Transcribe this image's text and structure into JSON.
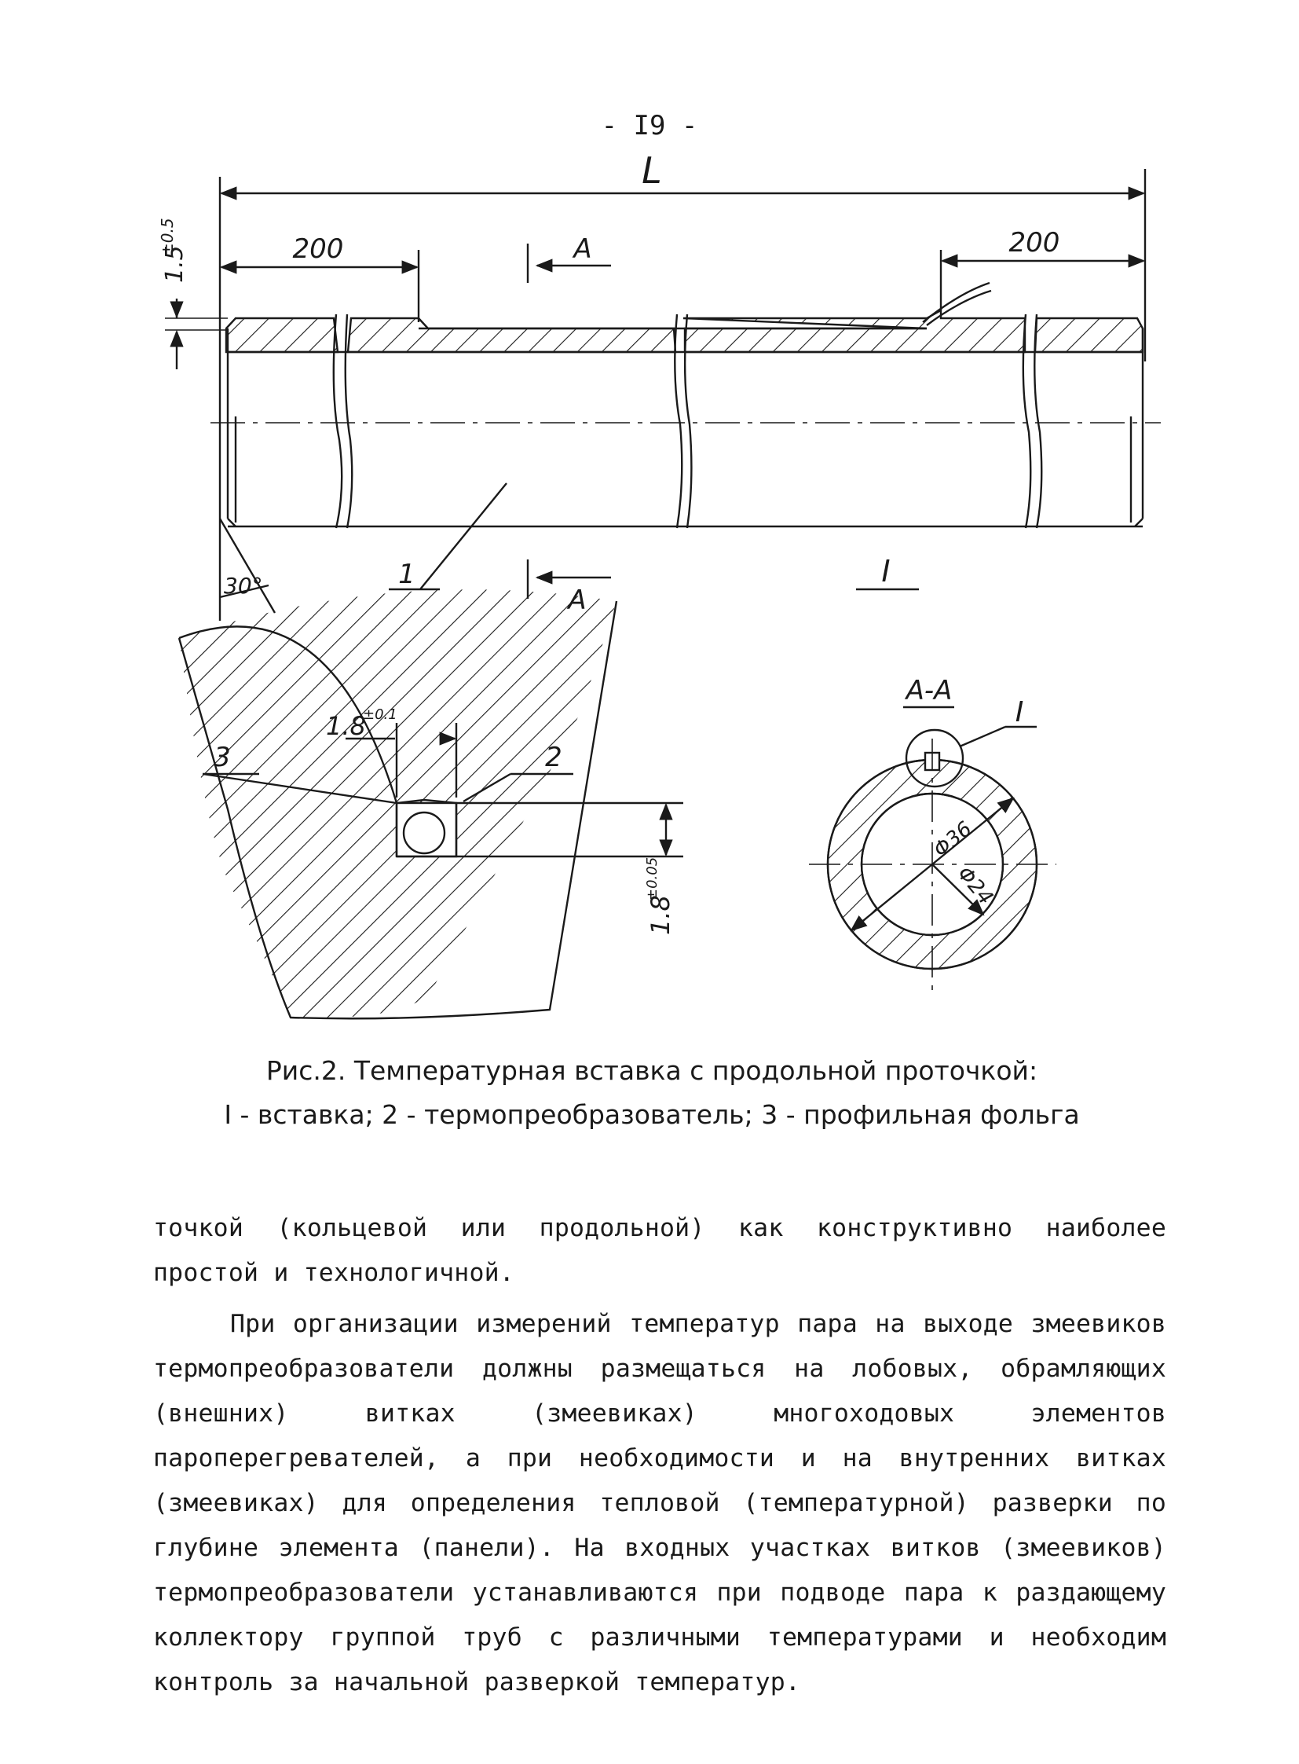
{
  "page": {
    "number": "- I9 -"
  },
  "figure": {
    "longitudinal_view": {
      "dim_total_length": "L",
      "dim_left_200": "200",
      "dim_right_200": "200",
      "dim_groove_depth": "1.5",
      "dim_groove_depth_tolerance": "±0.5",
      "section_mark_top": "A",
      "section_mark_bottom": "A",
      "chamfer_angle": "30°",
      "callout_part_1": "1",
      "detail_mark": "I"
    },
    "detail_view": {
      "dim_groove_width": "1.8",
      "dim_groove_width_tolerance": "±0.1",
      "dim_groove_height": "1.8",
      "dim_groove_height_tolerance": "±0.05",
      "callout_part_3": "3",
      "callout_part_2": "2"
    },
    "section_view": {
      "title": "A-A",
      "detail_mark": "I",
      "dim_outer_diameter": "Φ36",
      "dim_inner_diameter": "Φ24"
    }
  },
  "caption": {
    "line1": "Рис.2. Температурная вставка с продольной проточкой:",
    "line2": "I - вставка; 2 - термопреобразователь; 3 - профильная фольга"
  },
  "body": {
    "paragraph1": "точкой (кольцевой или продольной) как конструктивно наиболее простой и технологичной.",
    "paragraph2": "При организации измерений температур пара на выходе змеевиков термопреобразователи должны размещаться на лобовых, обрамляющих (внешних) витках (змеевиках) многоходовых элементов пароперегревателей, а при необходимости и на внутренних витках (змеевиках) для определения тепловой (температурной) разверки по глубине элемента (панели). На входных участках витков (змеевиков) термопреобразователи устанавливаются при подводе пара к раздающему коллектору группой труб с различными температурами и необходим контроль за начальной разверкой температур."
  }
}
